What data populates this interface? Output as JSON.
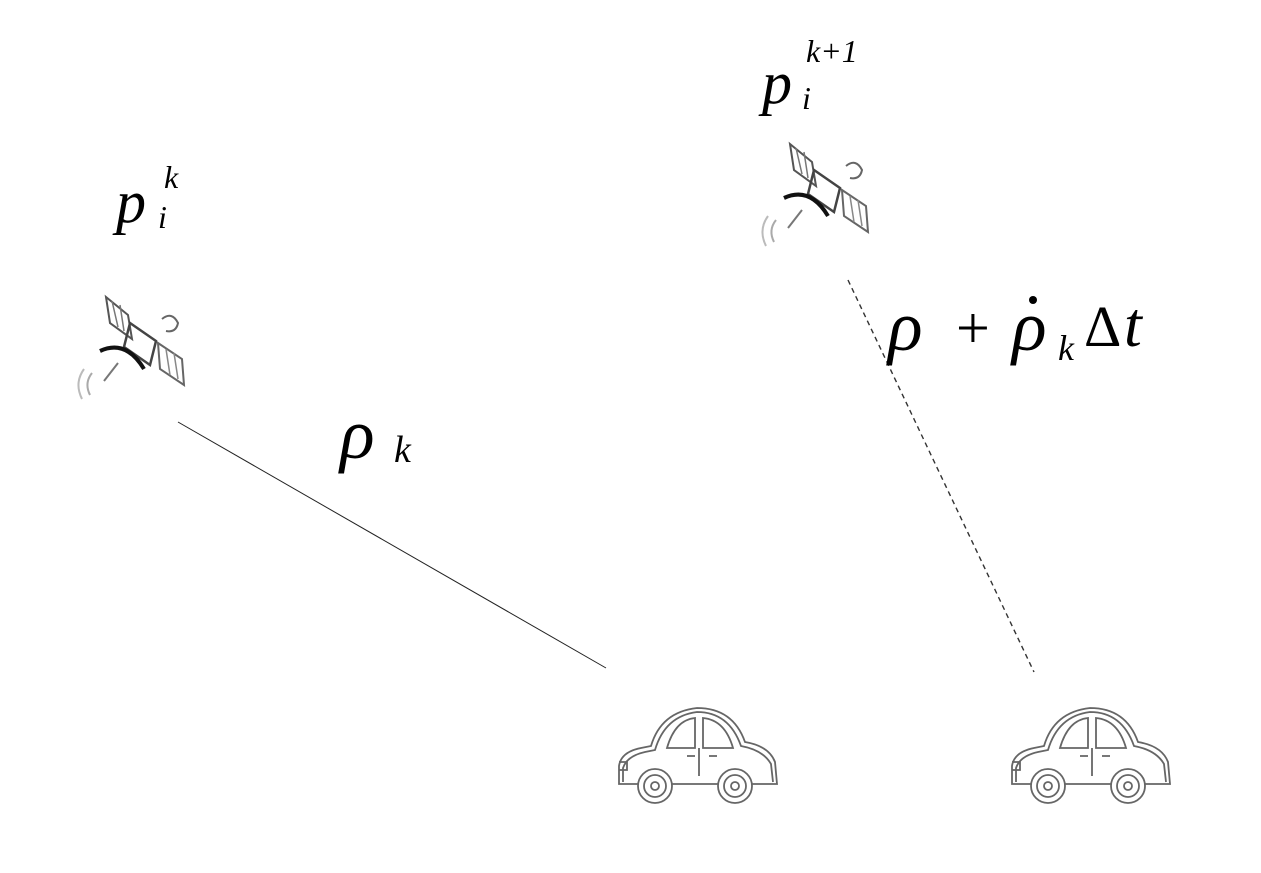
{
  "labels": {
    "sat1_main": "p",
    "sat1_sub": "i",
    "sat1_sup": "k",
    "sat2_main": "p",
    "sat2_sub": "i",
    "sat2_sup": "k+1",
    "range1_main": "ρ",
    "range1_sub": "k",
    "range2_rho": "ρ",
    "range2_plus": "+",
    "range2_rhodot": "ρ",
    "range2_rhodot_sub": "k",
    "range2_delta": "Δ",
    "range2_t": "t"
  },
  "icons": {
    "satellite": "satellite-icon",
    "car": "car-icon"
  },
  "colors": {
    "stroke": "#000000",
    "icon_stroke": "#555555",
    "background": "#ffffff"
  }
}
